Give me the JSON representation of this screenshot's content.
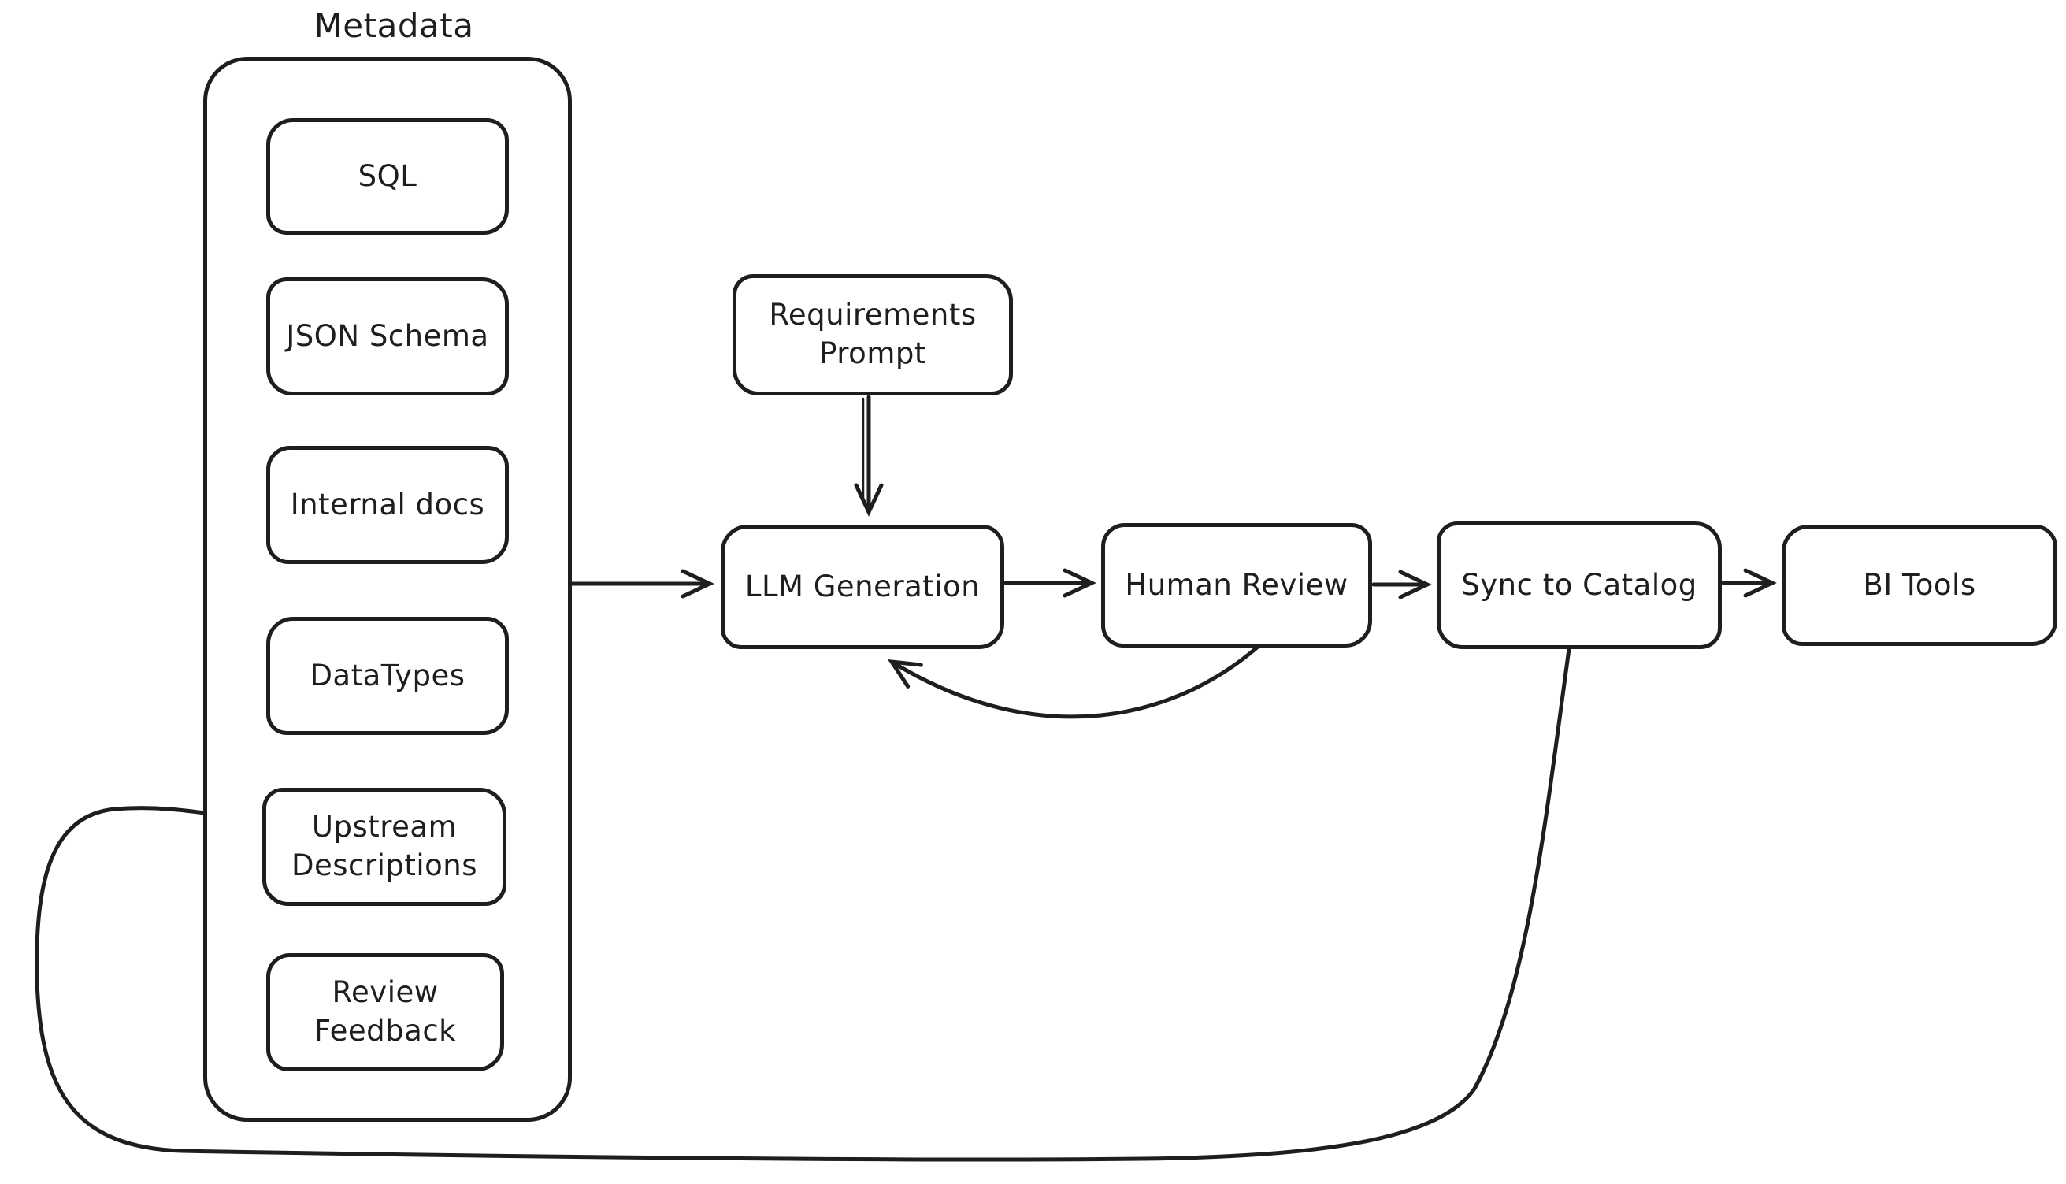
{
  "diagram": {
    "type": "flowchart",
    "style": "hand-drawn-sketch",
    "background_color": "#ffffff",
    "stroke_color": "#1e1e1e",
    "group": {
      "label": "Metadata",
      "children": [
        "SQL",
        "JSON Schema",
        "Internal docs",
        "DataTypes",
        "Upstream Descriptions",
        "Review Feedback"
      ]
    },
    "nodes": {
      "metadata": {
        "label": "Metadata"
      },
      "sql": {
        "label": "SQL"
      },
      "json_schema": {
        "label": "JSON Schema"
      },
      "internal_docs": {
        "label": "Internal docs"
      },
      "datatypes": {
        "label": "DataTypes"
      },
      "upstream_descriptions": {
        "lines": [
          "Upstream",
          "Descriptions"
        ]
      },
      "review_feedback": {
        "lines": [
          "Review",
          "Feedback"
        ]
      },
      "requirements_prompt": {
        "lines": [
          "Requirements",
          "Prompt"
        ]
      },
      "llm_generation": {
        "label": "LLM Generation"
      },
      "human_review": {
        "label": "Human Review"
      },
      "sync_to_catalog": {
        "label": "Sync to Catalog"
      },
      "bi_tools": {
        "label": "BI Tools"
      }
    },
    "edges": [
      {
        "from": "Requirements Prompt",
        "to": "LLM Generation",
        "kind": "straight"
      },
      {
        "from": "Metadata",
        "to": "LLM Generation",
        "kind": "straight"
      },
      {
        "from": "LLM Generation",
        "to": "Human Review",
        "kind": "straight"
      },
      {
        "from": "Human Review",
        "to": "Sync to Catalog",
        "kind": "straight"
      },
      {
        "from": "Sync to Catalog",
        "to": "BI Tools",
        "kind": "straight"
      },
      {
        "from": "Human Review",
        "to": "LLM Generation",
        "kind": "feedback-curve"
      },
      {
        "from": "Sync to Catalog",
        "to": "Upstream Descriptions",
        "kind": "feedback-loop"
      }
    ]
  }
}
